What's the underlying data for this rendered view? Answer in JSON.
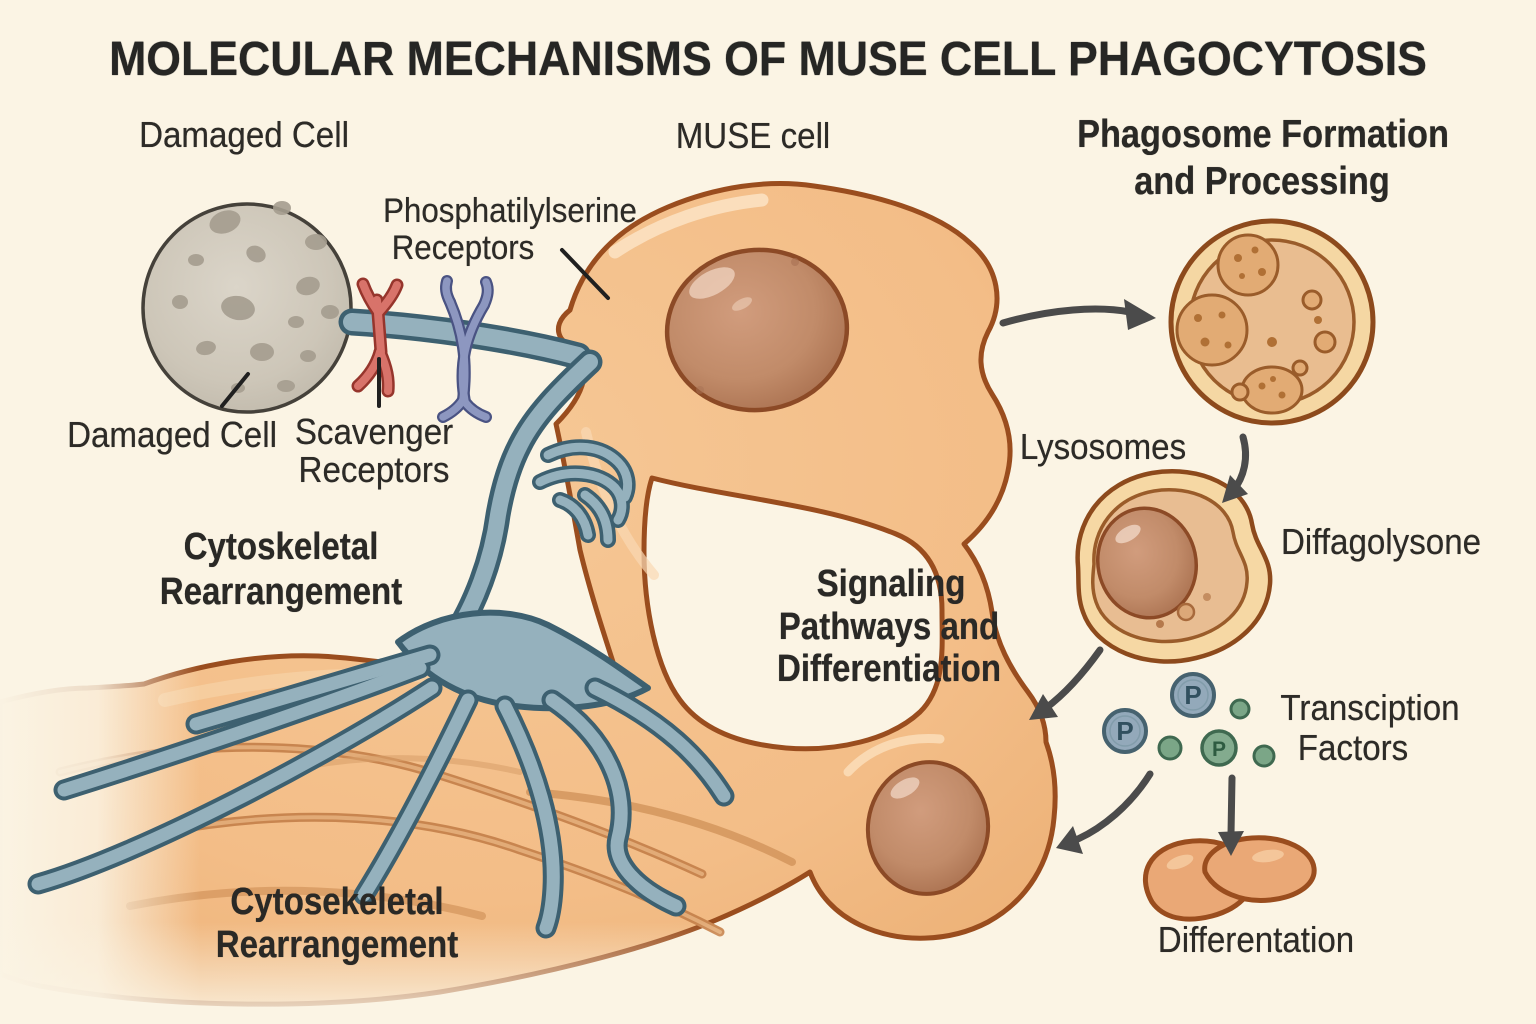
{
  "title": "MOLECULAR MECHANISMS OF MUSE CELL PHAGOCYTOSIS",
  "labels": {
    "damaged_cell_top": "Damaged Cell",
    "muse_cell": "MUSE cell",
    "phagosome_header_line1": "Phagosome Formation",
    "phagosome_header_line2": "and Processing",
    "phosphatidylserine_line1": "Phosphatilylserine",
    "phosphatidylserine_line2": "Receptors",
    "damaged_cell_bottom": "Damaged Cell",
    "scavenger_line1": "Scavenger",
    "scavenger_line2": "Receptors",
    "cytoskeletal_line1": "Cytoskeletal",
    "cytoskeletal_line2": "Rearrangement",
    "lysosomes": "Lysosomes",
    "diffagolysone": "Diffagolysone",
    "signaling_line1": "Signaling",
    "signaling_line2": "Pathways and",
    "signaling_line3": "Differentiation",
    "transcription_line1": "Transciption",
    "transcription_line2": "Factors",
    "cytosekeletal_line1": "Cytosekeletal",
    "cytosekeletal_line2": "Rearrangement",
    "differentation": "Differentation",
    "p_badge": "P"
  },
  "colors": {
    "background": "#fbf4e4",
    "cell_orange": "#f3bd87",
    "cell_outline": "#9a4d1e",
    "nucleus_brown": "#c18b69",
    "cytoskeleton_blue": "#95b1bd",
    "cytoskeleton_outline": "#3d6070",
    "damaged_cell_gray": "#cbc4b6",
    "scavenger_receptor_red": "#d8736a",
    "ps_receptor_blue": "#8d97c0",
    "factor_green": "#7ba687",
    "phospho_badge_blue": "#93a9ba",
    "arrow_gray": "#4b4b4b",
    "text_dark": "#2d2b27"
  }
}
